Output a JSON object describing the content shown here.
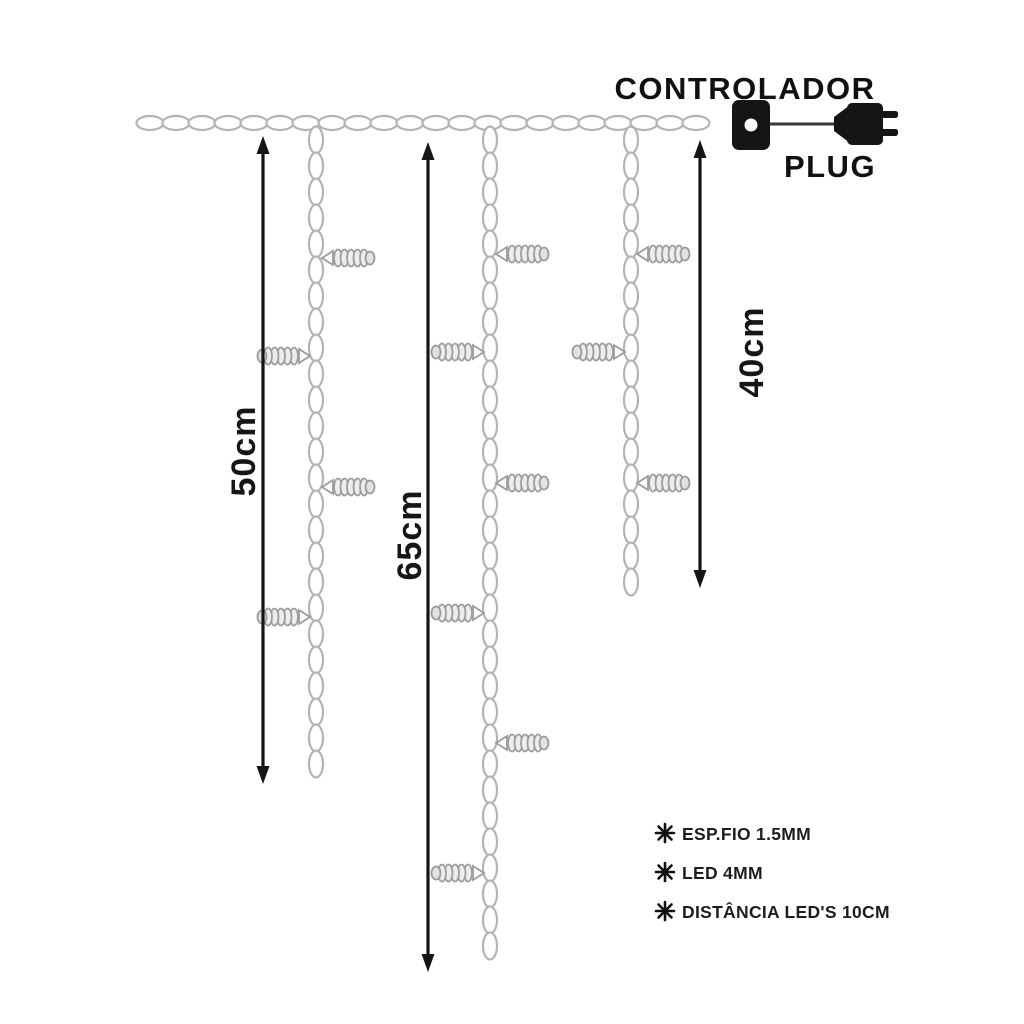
{
  "header": {
    "controller_label": "CONTROLADOR",
    "plug_label": "PLUG"
  },
  "measurements": {
    "drop1": "50cm",
    "drop2": "65cm",
    "drop3": "40cm"
  },
  "specs": {
    "items": [
      "ESP.FIO 1.5MM",
      "LED 4MM",
      "DISTÂNCIA LED'S 10CM"
    ]
  },
  "colors": {
    "ink": "#161616",
    "wire_outline": "#b4b4b4",
    "device_black": "#151515"
  }
}
